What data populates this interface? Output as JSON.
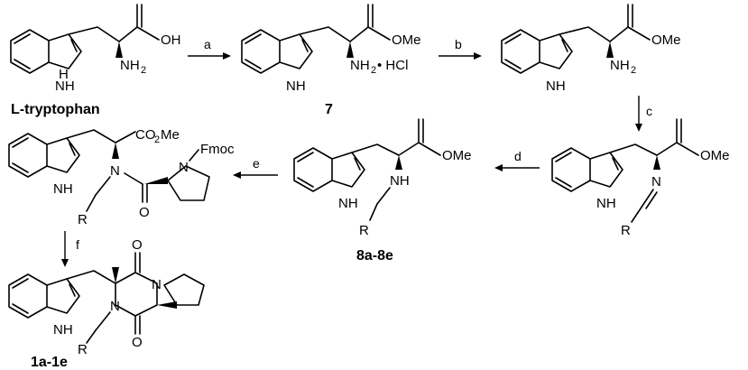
{
  "steps": {
    "a": "a",
    "b": "b",
    "c": "c",
    "d": "d",
    "e": "e",
    "f": "f"
  },
  "compounds": {
    "start": "L-tryptophan",
    "c7": "7",
    "c8": "8a-8e",
    "c1": "1a-1e"
  },
  "atoms": {
    "nh": "NH",
    "h": "H",
    "n": "N",
    "oh": "OH",
    "ome": "OMe",
    "o": "O",
    "nh2": "NH",
    "two": "2",
    "hcl": "• HCl",
    "co2me": "CO",
    "co2me_sub": "2",
    "co2me_tail": "Me",
    "fmoc": "Fmoc",
    "r": "R"
  }
}
